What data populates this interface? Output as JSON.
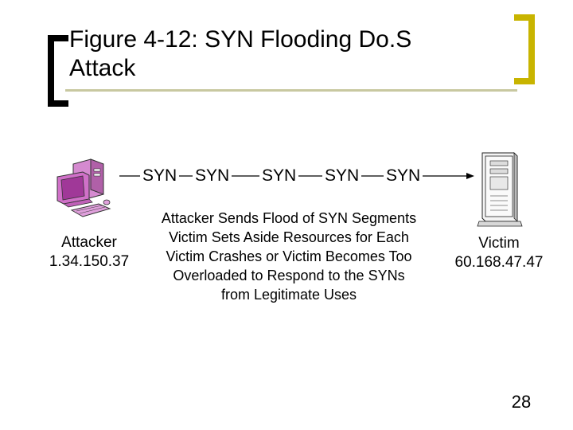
{
  "slide": {
    "title_lines": [
      "Figure 4-12: SYN Flooding Do.S",
      "Attack"
    ],
    "syn_labels": [
      "SYN",
      "SYN",
      "SYN",
      "SYN",
      "SYN"
    ],
    "attacker": {
      "name": "Attacker",
      "ip": "1.34.150.37"
    },
    "victim": {
      "name": "Victim",
      "ip": "60.168.47.47"
    },
    "description_lines": [
      "Attacker Sends Flood of SYN Segments",
      "Victim Sets Aside Resources for Each",
      "Victim Crashes or Victim Becomes Too",
      "Overloaded to Respond to the SYNs",
      "from Legitimate Uses"
    ],
    "page_number": "28"
  },
  "colors": {
    "bracket_left": "#000000",
    "bracket_right": "#c8b400",
    "accent_bar": "#c8c8a0",
    "computer_fill": "#d070c8",
    "computer_screen": "#c040b0"
  },
  "icons": [
    "attacker-computer-icon",
    "victim-server-icon"
  ]
}
